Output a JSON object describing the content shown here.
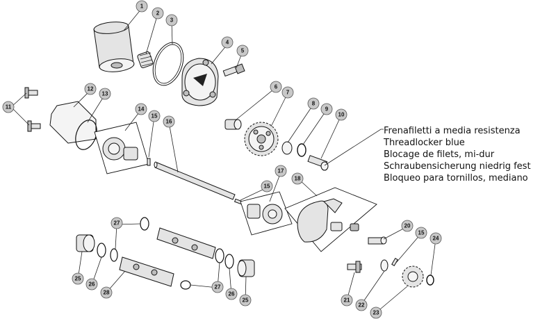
{
  "callouts": [
    "1",
    "2",
    "3",
    "4",
    "5",
    "6",
    "7",
    "8",
    "9",
    "10",
    "11",
    "12",
    "13",
    "14",
    "15",
    "16",
    "15",
    "17",
    "18",
    "27",
    "20",
    "15",
    "24",
    "25",
    "26",
    "28",
    "27",
    "26",
    "25",
    "21",
    "22",
    "23"
  ],
  "threadlocker_note": {
    "lines": [
      "Frenafiletti a media resistenza",
      "Threadlocker blue",
      "Blocage de filets, mi-dur",
      "Schraubensicherung niedrig fest",
      "Bloqueo para tornillos, mediano"
    ]
  },
  "colors": {
    "callout_fill": "#c8c8c8",
    "line": "#111111",
    "part_fill": "#e4e4e4"
  }
}
